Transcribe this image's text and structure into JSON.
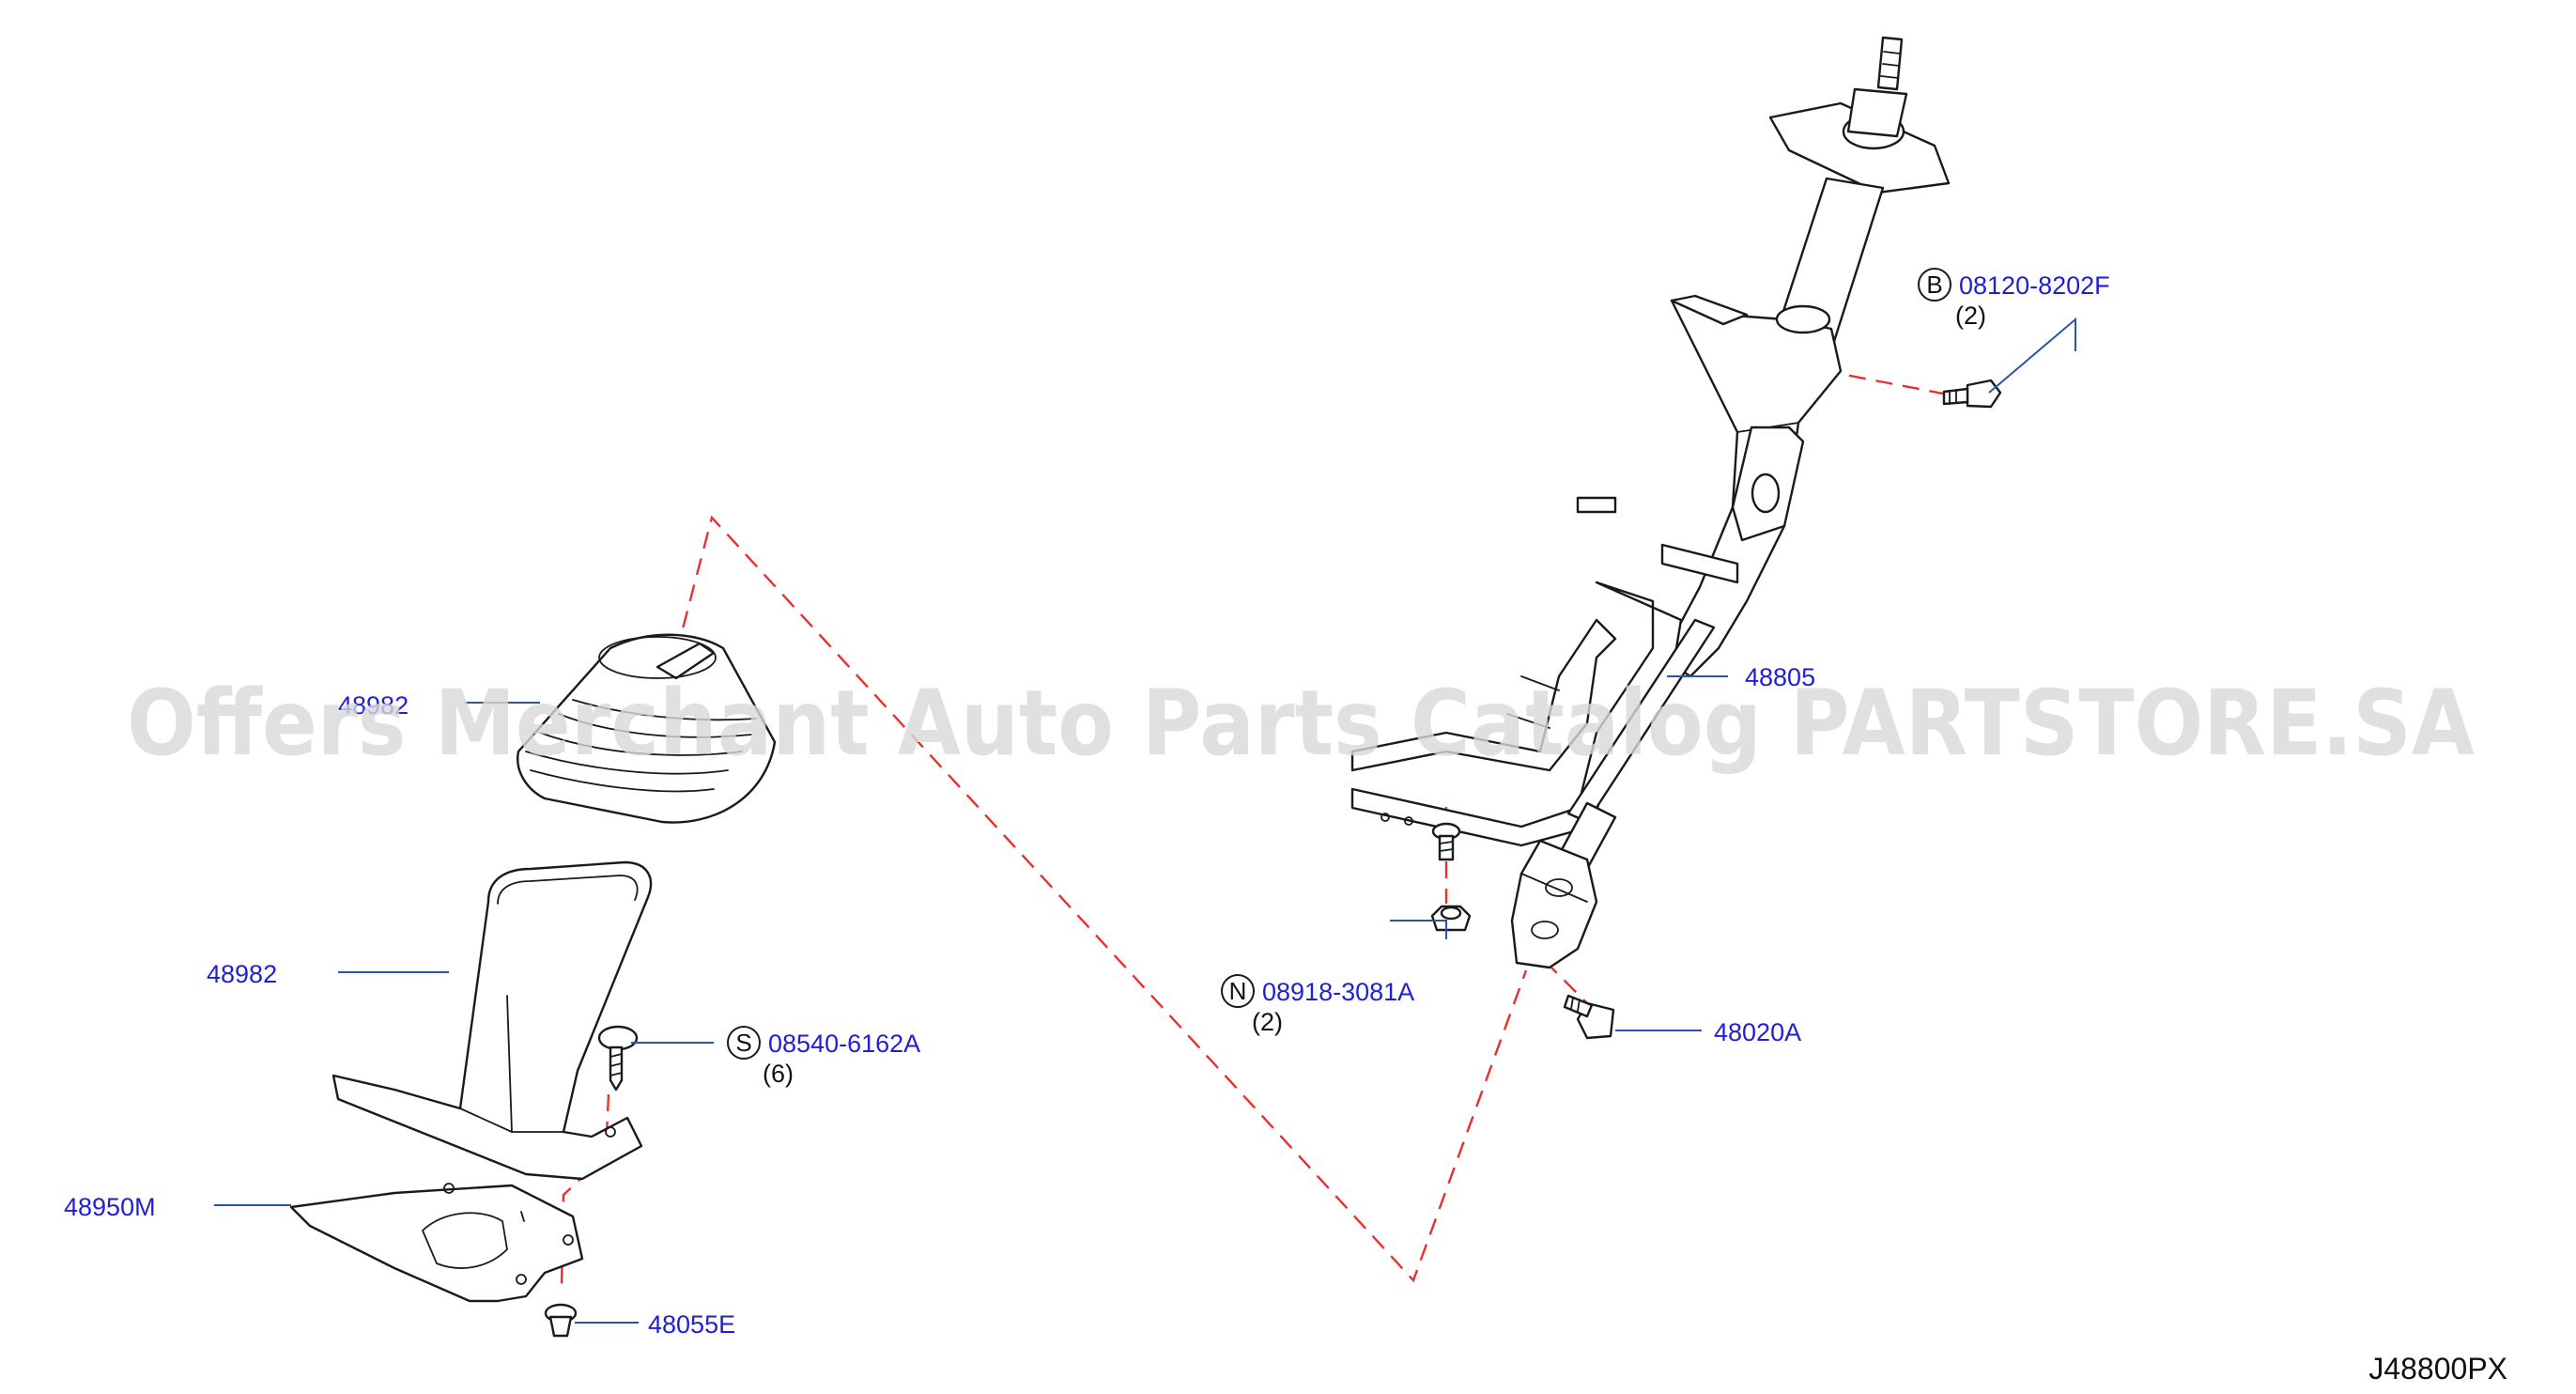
{
  "watermark": "Offers Merchant Auto Parts Catalog PARTSTORE.SA",
  "diagram_code": "J48800PX",
  "callouts": {
    "p48982_boot": "48982",
    "p48982": "48982",
    "p48950M": "48950M",
    "p48055E": "48055E",
    "p08540": "08540-6162A",
    "p08540_qty": "(6)",
    "p08540_prefix": "S",
    "p48805": "48805",
    "p48020A": "48020A",
    "p08918": "08918-3081A",
    "p08918_qty": "(2)",
    "p08918_prefix": "N",
    "p08120": "08120-8202F",
    "p08120_qty": "(2)",
    "p08120_prefix": "B"
  },
  "colors": {
    "label": "#1f1fd6",
    "leader": "#2b55a8",
    "dashed_guide": "#e8302e",
    "watermark": "#d9d9d9"
  }
}
